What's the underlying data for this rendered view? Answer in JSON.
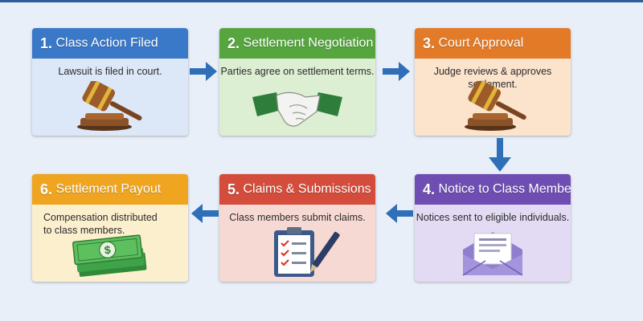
{
  "steps": [
    {
      "num": "1.",
      "title": "Class Action Filed",
      "desc": "Lawsuit is filed in court.",
      "icon": "gavel-icon",
      "color": "#3a78c8"
    },
    {
      "num": "2.",
      "title": "Settlement Negotiation",
      "desc": "Parties agree on settlement terms.",
      "icon": "handshake-icon",
      "color": "#56a53f"
    },
    {
      "num": "3.",
      "title": "Court Approval",
      "desc": "Judge reviews & approves settlement.",
      "icon": "gavel-icon",
      "color": "#e37a27"
    },
    {
      "num": "4.",
      "title": "Notice to Class Members",
      "desc": "Notices sent to eligible individuals.",
      "icon": "envelope-icon",
      "color": "#6f4eb3"
    },
    {
      "num": "5.",
      "title": "Claims & Submissions",
      "desc": "Class members submit claims.",
      "icon": "clipboard-checklist-icon",
      "color": "#d44c3b"
    },
    {
      "num": "6.",
      "title": "Settlement Payout",
      "desc_lines": [
        "Compensation distributed",
        "to class members."
      ],
      "icon": "money-stack-icon",
      "color": "#f0a521"
    }
  ],
  "arrow_color": "#2e6fb8"
}
